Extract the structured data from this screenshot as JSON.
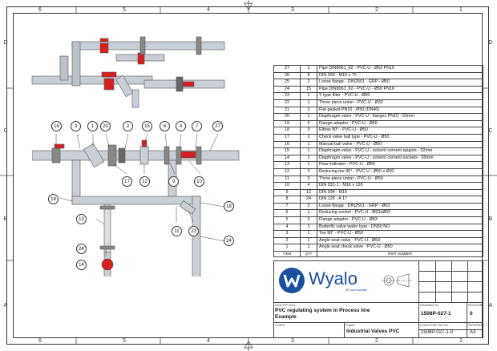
{
  "border": {
    "cols_top": [
      "6",
      "5",
      "4",
      "3",
      "2",
      "1"
    ],
    "cols_bottom": [
      "6",
      "5",
      "4",
      "3",
      "2",
      "1"
    ],
    "rows": [
      "D",
      "C",
      "B",
      "A"
    ]
  },
  "bom": {
    "rows": [
      {
        "item": "27",
        "qty": "1",
        "part": "Pipe DIN8061_62 - PVC-U - Ø63  PN16"
      },
      {
        "item": "26",
        "qty": "8",
        "part": "DIN 933 - M16  x 75"
      },
      {
        "item": "25",
        "qty": "2",
        "part": "Loose flange - DIN2501 - GRP - Ø50"
      },
      {
        "item": "24",
        "qty": "15",
        "part": "Pipe DIN8061_62 - PVC-U - Ø50  PN16"
      },
      {
        "item": "23",
        "qty": "1",
        "part": "Y type filter - PVC-U - Ø50"
      },
      {
        "item": "22",
        "qty": "1",
        "part": "Three piece union - PVC-U - Ø32"
      },
      {
        "item": "21",
        "qty": "2",
        "part": "Flat gasket PN10 - Ø50 (DN40)"
      },
      {
        "item": "20",
        "qty": "1",
        "part": "Diaphragm valve - PVC-U - flanges PN10  - 50mm"
      },
      {
        "item": "19",
        "qty": "2",
        "part": "Flange adaptor - PVC-U - Ø50"
      },
      {
        "item": "18",
        "qty": "3",
        "part": "Elbow 90° - PVC-U - Ø50"
      },
      {
        "item": "17",
        "qty": "1",
        "part": "Check valve ball type - PVC-U - Ø50"
      },
      {
        "item": "16",
        "qty": "1",
        "part": "Manual ball valve - PVC-U - Ø50"
      },
      {
        "item": "15",
        "qty": "1",
        "part": "Diaphragm valve - PVC-U - solvent cement spigots - 32mm"
      },
      {
        "item": "14",
        "qty": "1",
        "part": "Diaphragm valve - PVC-U - solvent cement sockets - 50mm"
      },
      {
        "item": "13",
        "qty": "1",
        "part": "Flow indicator -  PVC-U  -  Ø50"
      },
      {
        "item": "12",
        "qty": "2",
        "part": "Reducing tee 90° - PVC-U - Ø50 x Ø32"
      },
      {
        "item": "11",
        "qty": "2",
        "part": "Three piece union - PVC-U - Ø50"
      },
      {
        "item": "10",
        "qty": "4",
        "part": "DIN 931-1 - M16 x 120"
      },
      {
        "item": "9",
        "qty": "12",
        "part": "DIN 934 - M16"
      },
      {
        "item": "8",
        "qty": "24",
        "part": "DIN 125 - A 17"
      },
      {
        "item": "7",
        "qty": "2",
        "part": "Loose flange - DIN2501 - GRP - Ø63"
      },
      {
        "item": "6",
        "qty": "1",
        "part": "Reducing socket - PVC-U - Ø63xØ50"
      },
      {
        "item": "5",
        "qty": "2",
        "part": "Flange adaptor - PVC-U - Ø63"
      },
      {
        "item": "4",
        "qty": "1",
        "part": "Butterfly valve wafer type - DN50 NO"
      },
      {
        "item": "3",
        "qty": "1",
        "part": "Tee 90° - PVC-U - Ø50"
      },
      {
        "item": "2",
        "qty": "1",
        "part": "Angle seat valve - PVC-U - Ø50"
      },
      {
        "item": "1",
        "qty": "1",
        "part": "Angle seat check valve - PVC-U - Ø50"
      }
    ],
    "header": {
      "item": "ITEM",
      "qty": "QTY",
      "part": "PART NUMBER"
    }
  },
  "logo": {
    "text": "Wyalo",
    "tagline": "3D cad models"
  },
  "title_block": {
    "description_label": "DESCRIPTION",
    "description_line1": "PVC regulating system in Process line",
    "description_line2": "Example",
    "client_label": "CLIENT",
    "project_label": "Project:",
    "project": "Industrial Valves PVC",
    "drawing_no_label": "DRAWING No.",
    "drawing_no": "1508P-027-1",
    "revision_label": "REVISION",
    "revision": "0",
    "computer_file_label": "COMPUTER FILE No:",
    "computer_file": "1508P-027-1-0",
    "papersize_label": "PAPERSIZE:",
    "papersize": "A3"
  },
  "balloons": [
    "16",
    "3",
    "1",
    "20",
    "2",
    "15",
    "6",
    "4",
    "7",
    "27",
    "17",
    "12",
    "9",
    "10",
    "18",
    "13",
    "11",
    "23",
    "18",
    "24",
    "24",
    "14"
  ],
  "colors": {
    "accent": "#1b4fa0",
    "valve_red": "#d42020",
    "pipe": "#c8cfd6"
  }
}
